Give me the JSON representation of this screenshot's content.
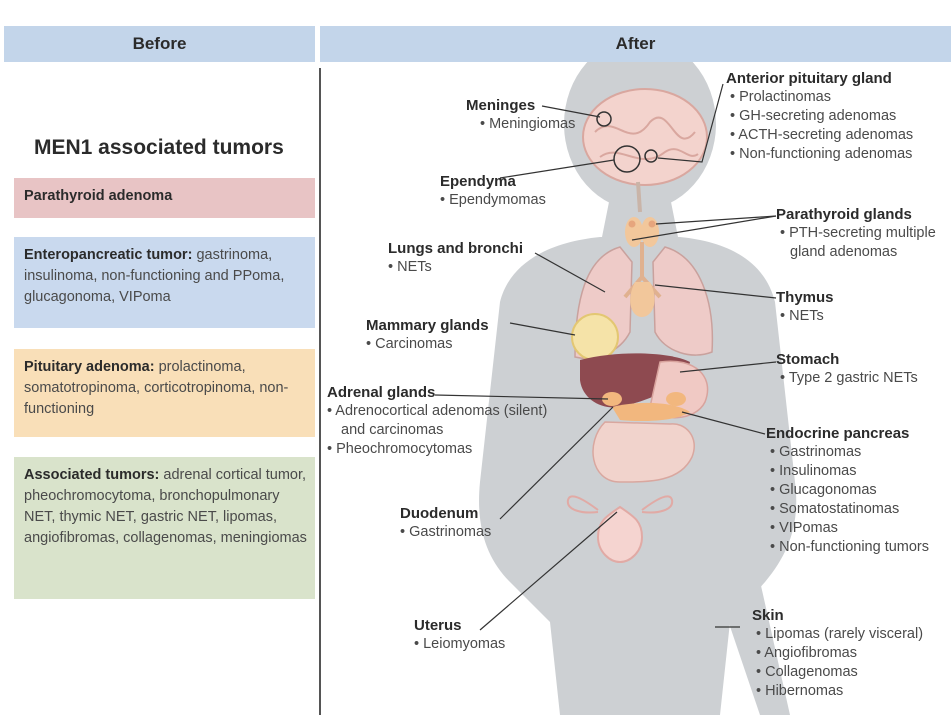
{
  "header": {
    "before": "Before",
    "after": "After"
  },
  "left": {
    "title": "MEN1 associated tumors",
    "boxes": [
      {
        "title": "Parathyroid adenoma",
        "text": ""
      },
      {
        "title": "Enteropancreatic tumor:",
        "text": "gastrinoma, insulinoma, non-functioning and PPoma, glucagonoma, VIPoma"
      },
      {
        "title": "Pituitary adenoma:",
        "text": "prolactinoma, somatotropinoma, corticotropinoma, non-functioning"
      },
      {
        "title": "Associated tumors:",
        "text": "adrenal cortical tumor, pheochromocytoma, bronchopulmonary NET, thymic NET, gastric NET, lipomas, angiofibromas, collagenomas, meningiomas"
      }
    ]
  },
  "organs": {
    "meninges": {
      "title": "Meninges",
      "items": [
        "• Meningiomas"
      ]
    },
    "ependyma": {
      "title": "Ependyma",
      "items": [
        "• Ependymomas"
      ]
    },
    "lungs": {
      "title": "Lungs and bronchi",
      "items": [
        "• NETs"
      ]
    },
    "mammary": {
      "title": "Mammary glands",
      "items": [
        "• Carcinomas"
      ]
    },
    "adrenal": {
      "title": "Adrenal glands",
      "items": [
        "• Adrenocortical adenomas (silent)",
        "  and carcinomas",
        "• Pheochromocytomas"
      ]
    },
    "duodenum": {
      "title": "Duodenum",
      "items": [
        "• Gastrinomas"
      ]
    },
    "uterus": {
      "title": "Uterus",
      "items": [
        "• Leiomyomas"
      ]
    },
    "pituitary": {
      "title": "Anterior pituitary gland",
      "items": [
        "• Prolactinomas",
        "• GH-secreting adenomas",
        "• ACTH-secreting adenomas",
        "• Non-functioning adenomas"
      ]
    },
    "parathyroid": {
      "title": "Parathyroid glands",
      "items": [
        "• PTH-secreting multiple",
        "  gland adenomas"
      ]
    },
    "thymus": {
      "title": "Thymus",
      "items": [
        "• NETs"
      ]
    },
    "stomach": {
      "title": "Stomach",
      "items": [
        "• Type 2 gastric NETs"
      ]
    },
    "pancreas": {
      "title": "Endocrine pancreas",
      "items": [
        "• Gastrinomas",
        "• Insulinomas",
        "• Glucagonomas",
        "• Somatostatinomas",
        "• VIPomas",
        "• Non-functioning tumors"
      ]
    },
    "skin": {
      "title": "Skin",
      "items": [
        "• Lipomas (rarely visceral)",
        "• Angiofibromas",
        "• Collagenomas",
        "• Hibernomas"
      ]
    }
  },
  "colors": {
    "header_bg": "#c3d5ea",
    "parathyroid_bg": "#e8c4c5",
    "entero_bg": "#c9d9ee",
    "pituitary_bg": "#f9dfb8",
    "assoc_bg": "#d9e3cb",
    "body_silhouette": "#cdd0d3"
  }
}
